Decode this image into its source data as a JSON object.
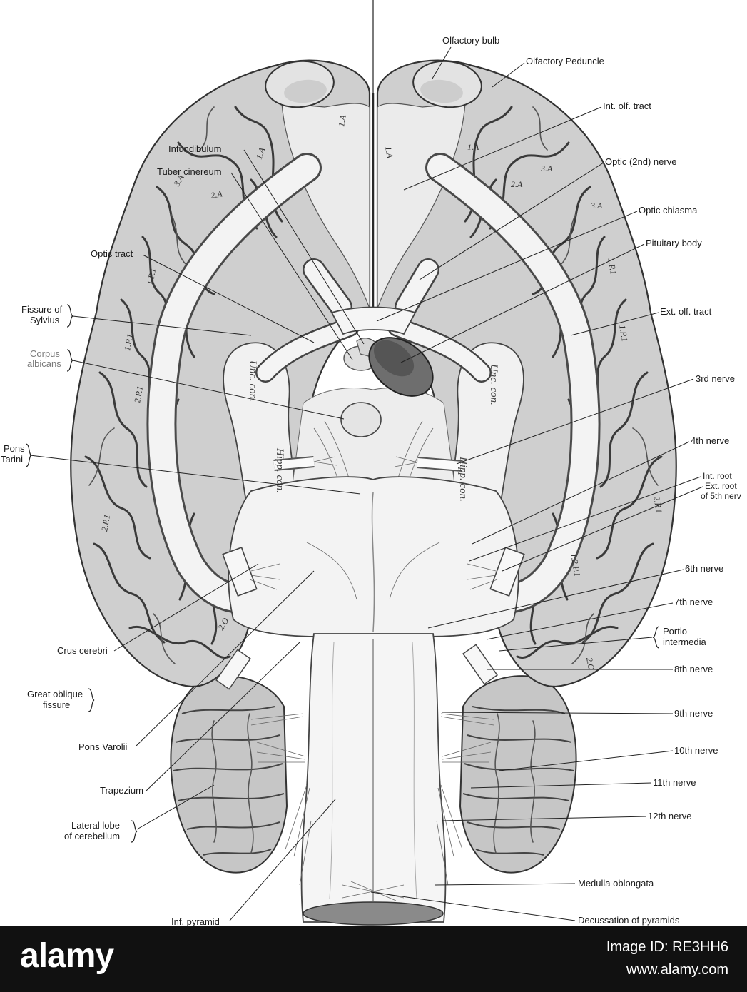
{
  "figure": {
    "labels": {
      "olfactory_bulb": "Olfactory bulb",
      "olfactory_peduncle": "Olfactory Peduncle",
      "int_olf_tract": "Int. olf. tract",
      "optic_nerve": "Optic (2nd) nerve",
      "optic_chiasma": "Optic chiasma",
      "pituitary_body": "Pituitary body",
      "ext_olf_tract": "Ext. olf. tract",
      "third_nerve": "3rd nerve",
      "fourth_nerve": "4th nerve",
      "int_root": "Int. root",
      "ext_root": "Ext. root",
      "of_fifth_nerve": "of 5th nerv",
      "sixth_nerve": "6th nerve",
      "seventh_nerve": "7th nerve",
      "portio": "Portio",
      "intermedia": "intermedia",
      "eighth_nerve": "8th nerve",
      "ninth_nerve": "9th nerve",
      "tenth_nerve": "10th nerve",
      "eleventh_nerve": "11th nerve",
      "twelfth_nerve": "12th nerve",
      "medulla_oblongata": "Medulla oblongata",
      "decussation": "Decussation of pyramids",
      "infundibulum": "Infundibulum",
      "tuber_cinereum": "Tuber cinereum",
      "optic_tract": "Optic tract",
      "fissure_of": "Fissure of",
      "sylvius": "Sylvius",
      "corpus": "Corpus",
      "albicans": "albicans",
      "pons": "Pons",
      "tarini": "Tarini",
      "crus_cerebri": "Crus cerebri",
      "great_oblique": "Great oblique",
      "fissure": "fissure",
      "pons_varolii": "Pons Varolii",
      "trapezium": "Trapezium",
      "lateral_lobe": "Lateral lobe",
      "of_cerebellum": "of cerebellum",
      "inf_pyramid": "Inf. pyramid"
    },
    "region_labels": {
      "unc_con_left": "Unc. con.",
      "hipp_con_left": "Hipp. con.",
      "unc_con_right": "Unc. con.",
      "hipp_con_right": "Hipp. con."
    },
    "gyrus_marks": [
      "3.A",
      "2.A",
      "1.A",
      "1.A",
      "1.P.1",
      "1.P.1",
      "2.P.1",
      "2.P.1",
      "2.O",
      "1.A",
      "1.A",
      "2.A",
      "3.A",
      "3.A",
      "1.P.1",
      "1.P.1",
      "2.P.1",
      "1.2.P.1",
      "2.O"
    ],
    "colors": {
      "hemisphere": "#cfcfcf",
      "white_matter": "#f2f2f2",
      "pituitary": "#6e6e6e"
    }
  },
  "watermark": {
    "logo": "alamy",
    "image_id": "Image ID: RE3HH6",
    "url": "www.alamy.com"
  }
}
